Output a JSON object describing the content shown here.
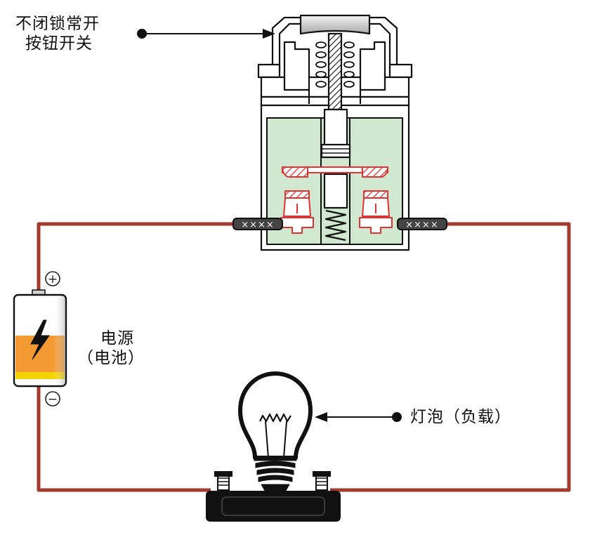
{
  "labels": {
    "switch_line1": "不闭锁常开",
    "switch_line2": "按钮开关",
    "power_line1": "电源",
    "power_line2": "（电池）",
    "bulb": "灯泡（负载）"
  },
  "battery": {
    "positive_symbol": "+",
    "negative_symbol": "−"
  },
  "wire_terminals": {
    "left_marks": "××××",
    "right_marks": "××××"
  },
  "colors": {
    "wire": "#a23a2e",
    "switch_chamber": "#cfe8cf",
    "contact_red": "#e23232",
    "battery_orange": "#f39a33",
    "battery_yellow": "#f5d300",
    "outline": "#111111"
  },
  "icons": {
    "battery": "lightning-bolt-icon",
    "bulb": "light-bulb-icon",
    "switch": "push-button-switch-icon"
  }
}
